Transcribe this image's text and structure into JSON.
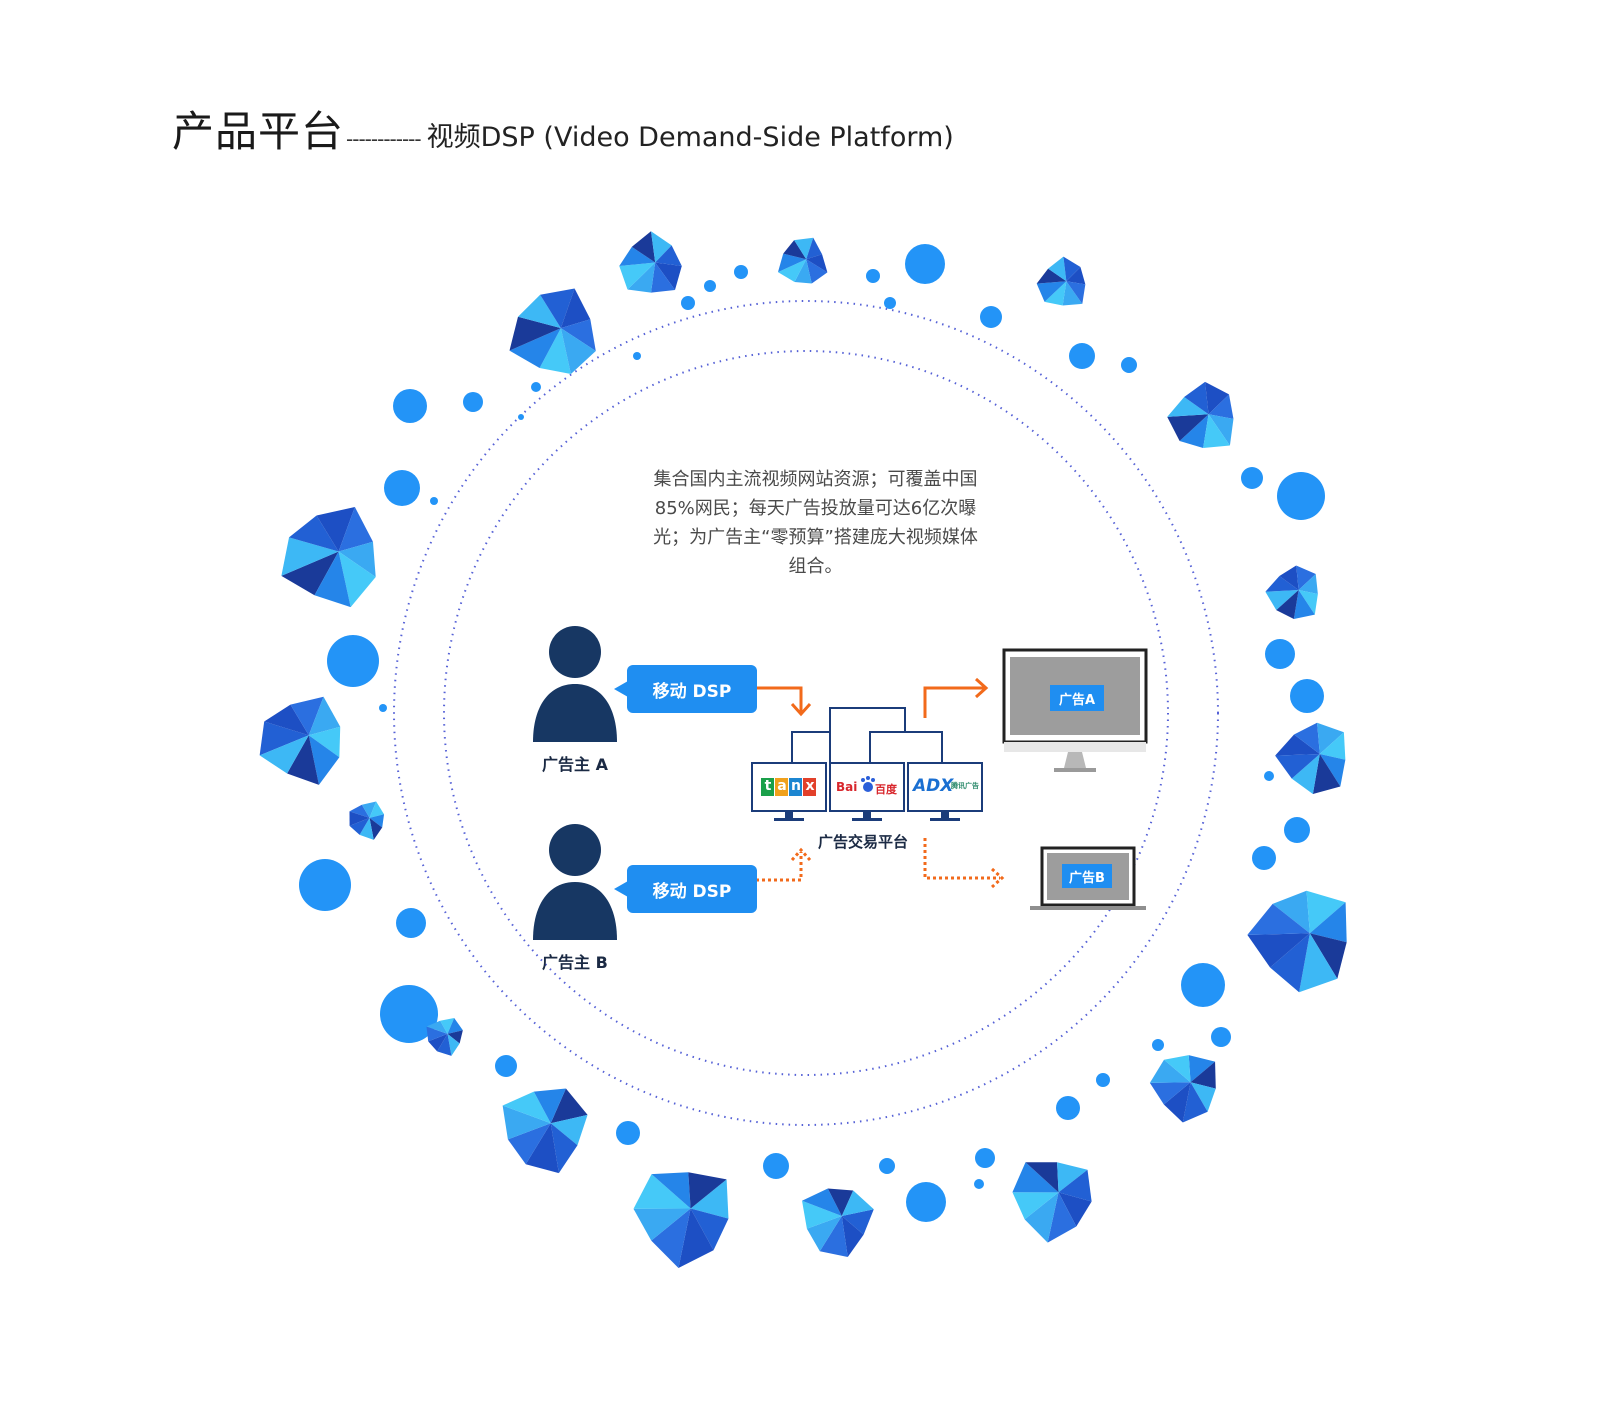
{
  "header": {
    "title": "产品平台",
    "dashes": "------------",
    "subtitle": "视频DSP (Video Demand-Side Platform)"
  },
  "description": {
    "lines": [
      "集合国内主流视频网站资源；可覆盖中国",
      "85%网民；每天广告投放量可达6亿次曝",
      "光；为广告主“零预算”搭建庞大视频媒体",
      "组合。"
    ]
  },
  "advertisers": [
    {
      "label": "广告主 A",
      "tag": "移动 DSP"
    },
    {
      "label": "广告主 B",
      "tag": "移动 DSP"
    }
  ],
  "exchange": {
    "label": "广告交易平台",
    "logos": {
      "tanx": [
        "t",
        "a",
        "n",
        "x"
      ],
      "baidu_prefix": "Bai",
      "baidu_suffix": "百度",
      "adx": "ADX",
      "adx_note": "腾讯广告"
    }
  },
  "outputs": [
    {
      "label": "广告A",
      "device": "monitor"
    },
    {
      "label": "广告B",
      "device": "laptop"
    }
  ],
  "colors": {
    "accent": "#1f8ef1",
    "person": "#173763",
    "arrow": "#f26a1b",
    "ring": "#5561d6"
  }
}
